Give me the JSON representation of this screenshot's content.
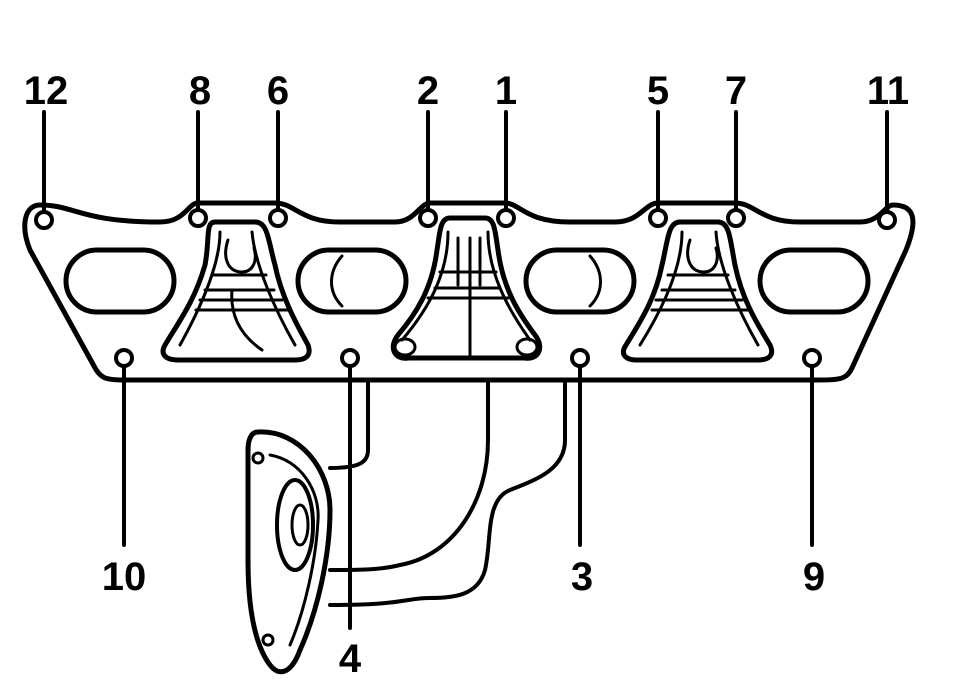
{
  "diagram": {
    "colors": {
      "ink": "#000000",
      "background": "#ffffff"
    },
    "callouts": {
      "top": [
        "12",
        "8",
        "6",
        "2",
        "1",
        "5",
        "7",
        "11"
      ],
      "bottom": [
        "10",
        "4",
        "3",
        "9"
      ]
    }
  }
}
